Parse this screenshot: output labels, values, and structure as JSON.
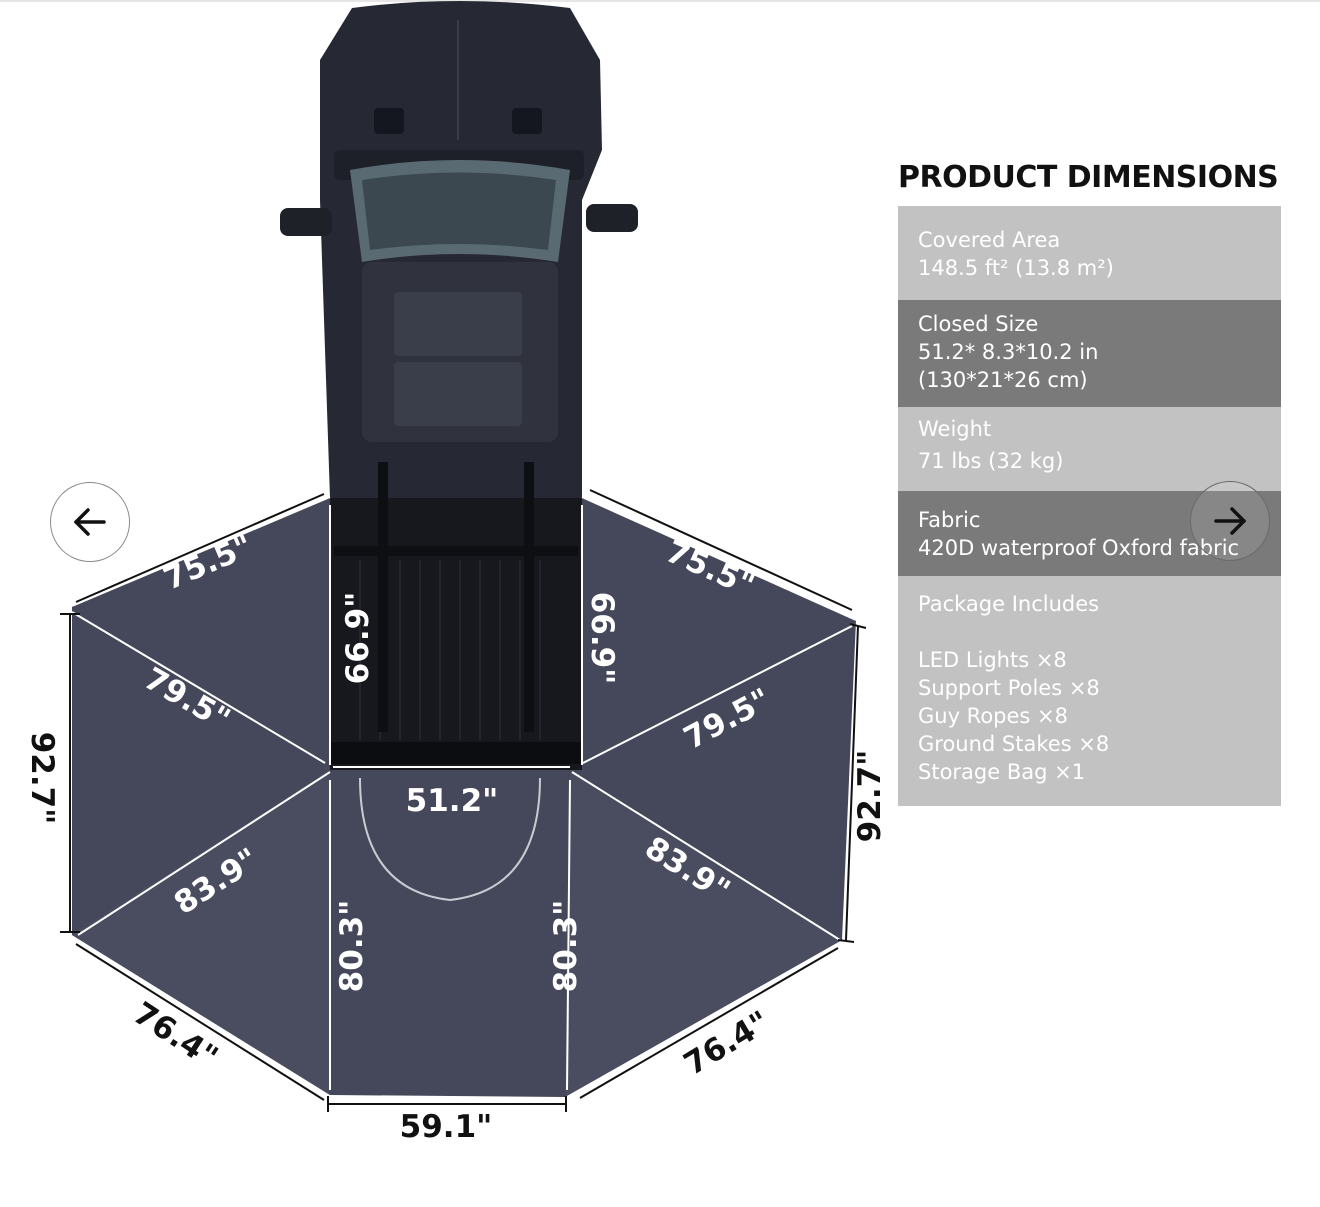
{
  "panel": {
    "title": "PRODUCT DIMENSIONS",
    "rows": [
      {
        "label": "Covered Area",
        "value": "148.5 ft² (13.8 m²)"
      },
      {
        "label": "Closed Size",
        "value": "51.2* 8.3*10.2 in",
        "value2": "(130*21*26 cm)"
      },
      {
        "label": "Weight",
        "value": "71 lbs (32 kg)"
      },
      {
        "label": "Fabric",
        "value": "420D waterproof Oxford fabric"
      },
      {
        "label": "Package Includes",
        "items": [
          "LED Lights ×8",
          "Support Poles ×8",
          "Guy Ropes ×8",
          "Ground Stakes ×8",
          "Storage Bag ×1"
        ]
      }
    ]
  },
  "diagram": {
    "dims": {
      "top_left": "75.5\"",
      "top_right": "75.5\"",
      "bed_left": "66.9\"",
      "bed_right": "66.9\"",
      "diag_left": "79.5\"",
      "diag_right": "79.5\"",
      "side_left": "92.7\"",
      "side_right": "92.7\"",
      "rear_width": "51.2\"",
      "lower_diag_left": "83.9\"",
      "lower_diag_right": "83.9\"",
      "center_left": "80.3\"",
      "center_right": "80.3\"",
      "bottom_left": "76.4\"",
      "bottom_right": "76.4\"",
      "bottom": "59.1\""
    }
  },
  "nav": {
    "prev_icon": "arrow-left-icon",
    "next_icon": "arrow-right-icon"
  },
  "colors": {
    "awning": "#46495a",
    "truck": "#2a2d38",
    "panel_light": "#c2c2c2",
    "panel_dark": "#7a7a7a"
  }
}
